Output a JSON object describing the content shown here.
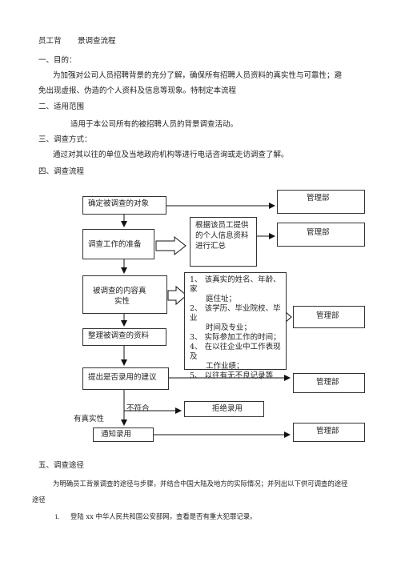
{
  "doc": {
    "title_left": "员工背",
    "title_right": "景调查流程",
    "s1_heading": "一、目的：",
    "s1_line1": "为加强对公司人员招聘背景的充分了解，确保所有招聘人员资料的真实性与可靠性；避",
    "s1_line2": "免出现虚报、伪造的个人资料及信息等现象。特制定本流程",
    "s2_heading": "二、适用范围",
    "s2_line1": "适用于本公司所有的被招聘人员的背景调查活动。",
    "s3_heading": "三、调查方式：",
    "s3_line1": "通过对其以往的单位及当地政府机构等进行电话咨询或走访调查了解。",
    "s4_heading": "四、调查流程",
    "s5_heading": "五、调查途径",
    "s5_line1": "为明确员工背景调查的途径与步骤，并结合中国大陆及地方的实际情况；并列出以下供可调查的途径",
    "s5_line2": "途径",
    "s5_item_num": "i.",
    "s5_item_text": "登陆 xx 中华人民共和国公安部网，查看是否有重大犯罪记录。"
  },
  "flow": {
    "step1": "确定被调查的对象",
    "step2": "调查工作的准备",
    "step3_line1": "被调查的内容真",
    "step3_line2": "实性",
    "step4": "整理被调查的资料",
    "step5": "提出是否录用的建议",
    "step6": "通知录用",
    "reject": "拒绝录用",
    "label_not_match": "不符合",
    "label_true": "有真实性",
    "note1_line1": "根据该员工提供",
    "note1_line2": "的个人信息资料",
    "note1_line3": "进行汇总",
    "note2_lines": [
      "1、 该真实的姓名、年龄、家",
      "庭住址；",
      "2、 该学历、毕业院校、毕业",
      "时间及专业；",
      "3、 实际参加工作的时间；",
      "4、 在以往企业中工作表现及",
      "工作业绩；",
      "5、 以往有无不良记录等"
    ],
    "mgr1": "管理部",
    "mgr2": "管理部",
    "mgr3": "管理部",
    "mgr4": "管理部",
    "mgr5": "管理部"
  }
}
